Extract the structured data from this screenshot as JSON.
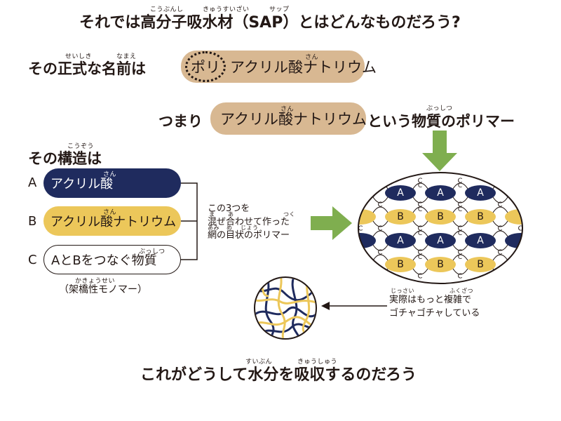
{
  "title": {
    "text": "それでは高分子吸水材（SAP）とはどんなものだろう?",
    "ruby_koubunshi": "こうぶんし",
    "ruby_kyuusuizai": "きゅうすいざい",
    "ruby_sap": "サップ"
  },
  "formal_name": {
    "label": "その正式な名前は",
    "ruby_seishiki": "せいしき",
    "ruby_namae": "なまえ",
    "poly": "ポリ",
    "rest": "アクリル酸ナトリウム",
    "ruby_san": "さん"
  },
  "meaning": {
    "prefix": "つまり",
    "pill": "アクリル酸ナトリウム",
    "ruby_san": "さん",
    "suffix": "という物質のポリマー",
    "ruby_busshitsu": "ぶっしつ"
  },
  "structure": {
    "label": "その構造は",
    "ruby_kouzou": "こうぞう",
    "items": [
      {
        "letter": "A",
        "text": "アクリル酸",
        "ruby": "さん"
      },
      {
        "letter": "B",
        "text": "アクリル酸ナトリウム",
        "ruby": "さん"
      },
      {
        "letter": "C",
        "text": "AとBをつなぐ物質",
        "ruby": "ぶっしつ"
      }
    ],
    "crosslinker": "（架橋性モノマー）",
    "ruby_kakyousei": "かきょうせい"
  },
  "combine_note": {
    "line1": "この3つを",
    "line2": "混ぜ合わせて作った",
    "line3": "網の目状のポリマー",
    "ruby_ma": "ま",
    "ruby_a": "あ",
    "ruby_tsuku": "つく",
    "ruby_ami": "あみ",
    "ruby_me": "め",
    "ruby_jou": "じょう"
  },
  "network": {
    "rows": [
      [
        "A",
        "A",
        "A"
      ],
      [
        "B",
        "B",
        "B"
      ],
      [
        "A",
        "A",
        "A"
      ],
      [
        "B",
        "B",
        "B"
      ]
    ],
    "linker": "C"
  },
  "real_note": {
    "line1": "実際はもっと複雑で",
    "line2": "ゴチャゴチャしている",
    "ruby_jissai": "じっさい",
    "ruby_fukuzatsu": "ふくざつ"
  },
  "question": {
    "text": "これがどうして水分を吸収するのだろう",
    "ruby_suibun": "すいぶん",
    "ruby_kyuushuu": "きゅうしゅう"
  },
  "colors": {
    "navy": "#1f2b5e",
    "yellow": "#ecc75a",
    "tan": "#d8b892",
    "green_arrow": "#7fae4f"
  }
}
